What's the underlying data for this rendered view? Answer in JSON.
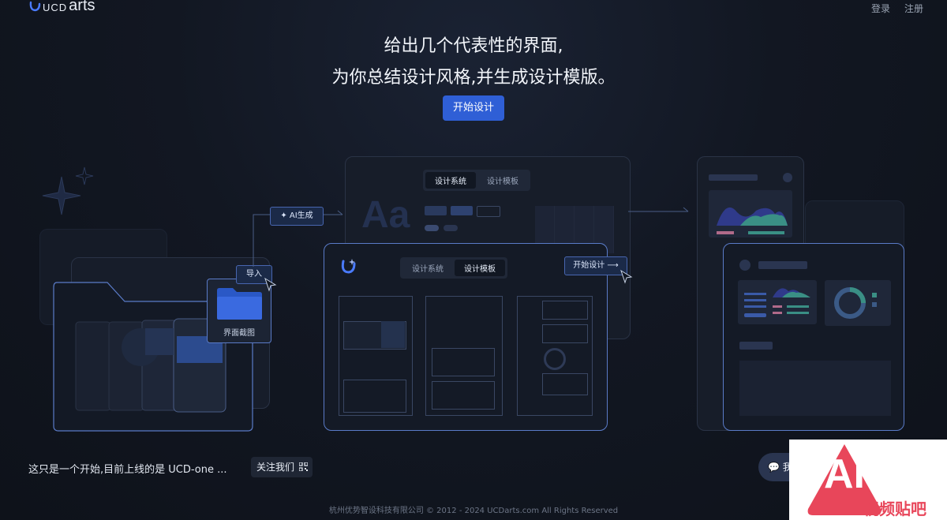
{
  "brand": {
    "ucd": "UCD",
    "arts": "arts"
  },
  "nav": {
    "login": "登录",
    "register": "注册"
  },
  "hero": {
    "line1": "给出几个代表性的界面,",
    "line2": "为你总结设计风格,并生成设计模版。",
    "cta": "开始设计"
  },
  "illustration": {
    "import_label": "导入",
    "screenshot_label": "界面截图",
    "ai_label": "AI生成",
    "tab_system": "设计系统",
    "tab_template": "设计模板",
    "typography_sample": "Aa",
    "start_design": "开始设计"
  },
  "bottom": {
    "notice": "这只是一个开始,目前上线的是 UCD-one ...",
    "follow": "关注我们",
    "chat_label": "我",
    "footer": "杭州优势智设科技有限公司 © 2012 - 2024 UCDarts.com All Rights Reserved"
  },
  "watermark": {
    "line1": "AI",
    "line2": "视频贴吧"
  },
  "colors": {
    "accent": "#2f5fd6",
    "panel_border": "#5a7bc8",
    "background": "#121722"
  }
}
